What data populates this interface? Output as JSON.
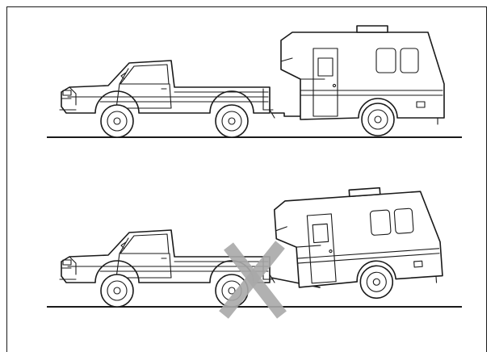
{
  "illustration": {
    "panels": [
      {
        "id": "correct",
        "status": "acceptable"
      },
      {
        "id": "incorrect",
        "status": "not-acceptable"
      }
    ],
    "symbols": {
      "prohibited": "x-mark-icon"
    },
    "colors": {
      "line": "#1a1a1a",
      "background": "#ffffff",
      "x_mark": "#a9a9a9"
    }
  }
}
